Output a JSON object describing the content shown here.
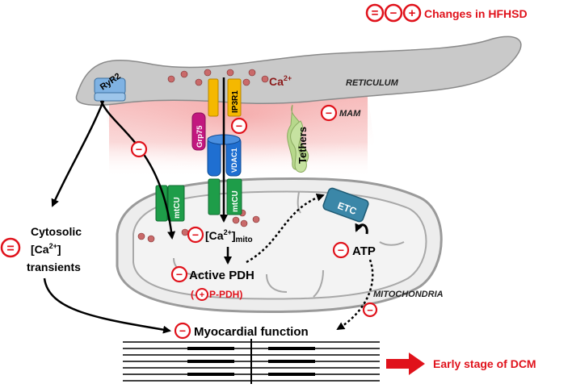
{
  "legend": {
    "symbols": [
      "=",
      "−",
      "+"
    ],
    "text": "Changes in HFHSD",
    "color": "#e0121b"
  },
  "reticulum": {
    "label": "RETICULUM",
    "ion_label": "Ca",
    "ion_charge": "2+"
  },
  "channels": {
    "ryr2": "RyR2",
    "ip3r1": "IP3R1",
    "grp75": "Grp75",
    "vdac1": "VDAC1",
    "mtcu_left": "mtCU",
    "mtcu_right": "mtCU",
    "tethers": "Tethers"
  },
  "mam": {
    "label": "MAM"
  },
  "cytosolic": {
    "line1": "Cytosolic",
    "line2_bracket_open": "[Ca",
    "line2_charge": "2+",
    "line2_bracket_close": "]",
    "line3": "transients"
  },
  "mitochondria": {
    "label": "MITOCHONDRIA",
    "ca_mito_open": "[Ca",
    "ca_mito_charge": "2+",
    "ca_mito_close": "]",
    "ca_mito_sub": "mito",
    "active_pdh": "Active PDH",
    "ppdh_open": "(",
    "ppdh_text": "P-PDH)",
    "etc": "ETC",
    "atp": "ATP"
  },
  "outcome": {
    "myocardial": "Myocardial function",
    "early_stage": "Early stage of DCM"
  },
  "colors": {
    "red": "#e0121b",
    "mito_fill": "#ededed",
    "reticulum_fill": "#c8c8c8",
    "green": "#1e9d49",
    "orange": "#f5b800",
    "magenta": "#c2177f",
    "blue": "#1f6fd1",
    "teal": "#3b87a8",
    "tether": "#b7d88c"
  }
}
